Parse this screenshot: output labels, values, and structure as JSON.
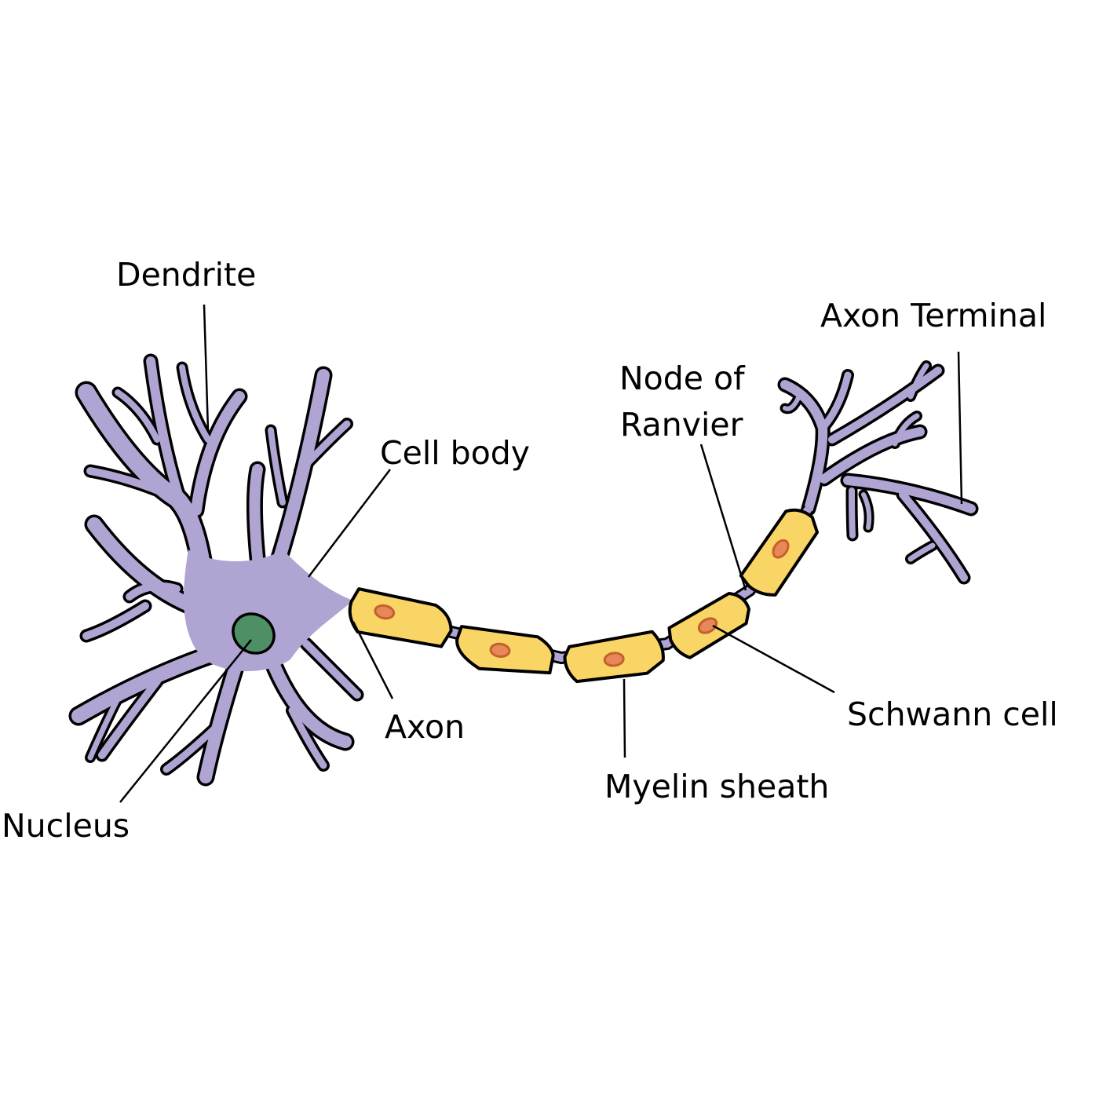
{
  "title": "Neuron anatomy",
  "labels": {
    "dendrite": "Dendrite",
    "cell_body": "Cell body",
    "node_of_ranvier_line1": "Node of",
    "node_of_ranvier_line2": "Ranvier",
    "axon_terminal": "Axon Terminal",
    "schwann_cell": "Schwann cell",
    "myelin_sheath": "Myelin sheath",
    "axon": "Axon",
    "nucleus": "Nucleus"
  },
  "colors": {
    "neuron": "#b0a4d2",
    "myelin": "#f9d565",
    "schwann_nucleus": "#e8885a",
    "cell_nucleus": "#4f8f65",
    "outline": "#000000"
  }
}
